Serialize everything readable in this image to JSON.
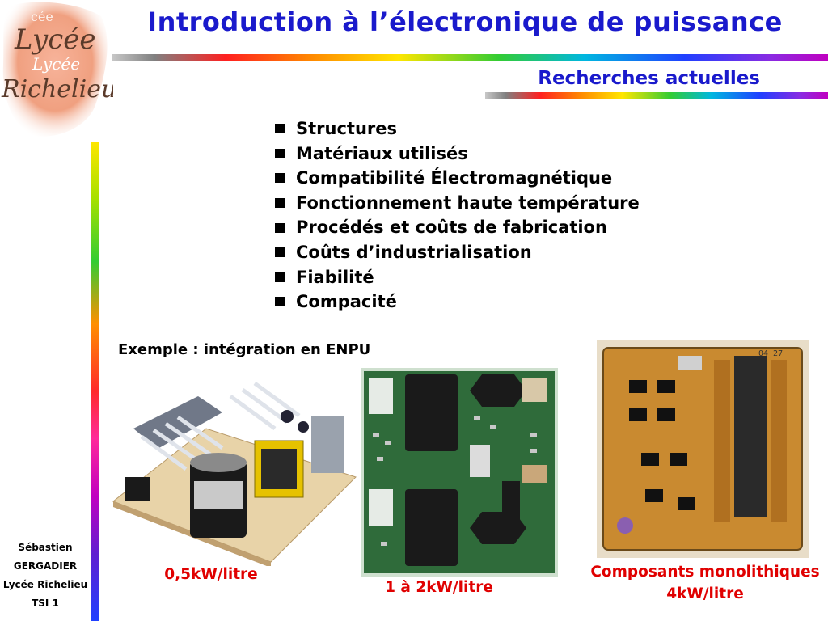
{
  "slide": {
    "title": "Introduction à l’électronique de puissance",
    "subtitle": "Recherches actuelles"
  },
  "logo": {
    "text": "Lycée Richelieu"
  },
  "bullets": [
    "Structures",
    "Matériaux utilisés",
    "Compatibilité Électromagnétique",
    "Fonctionnement haute température",
    "Procédés et coûts de fabrication",
    "Coûts d’industrialisation",
    "Fiabilité",
    "Compacité"
  ],
  "example": {
    "label": "Exemple : intégration en ENPU",
    "items": [
      {
        "caption": "0,5kW/litre"
      },
      {
        "caption": "1 à 2kW/litre"
      },
      {
        "caption_line1": "Composants monolithiques",
        "caption_line2": "4kW/litre"
      }
    ]
  },
  "footer": {
    "line1": "Sébastien",
    "line2": "GERGADIER",
    "line3": "Lycée Richelieu",
    "line4": "TSI 1"
  },
  "colors": {
    "title": "#1a1acc",
    "caption": "#e00000",
    "bullet": "#000000"
  },
  "icons": [
    "square-bullet-icon"
  ]
}
